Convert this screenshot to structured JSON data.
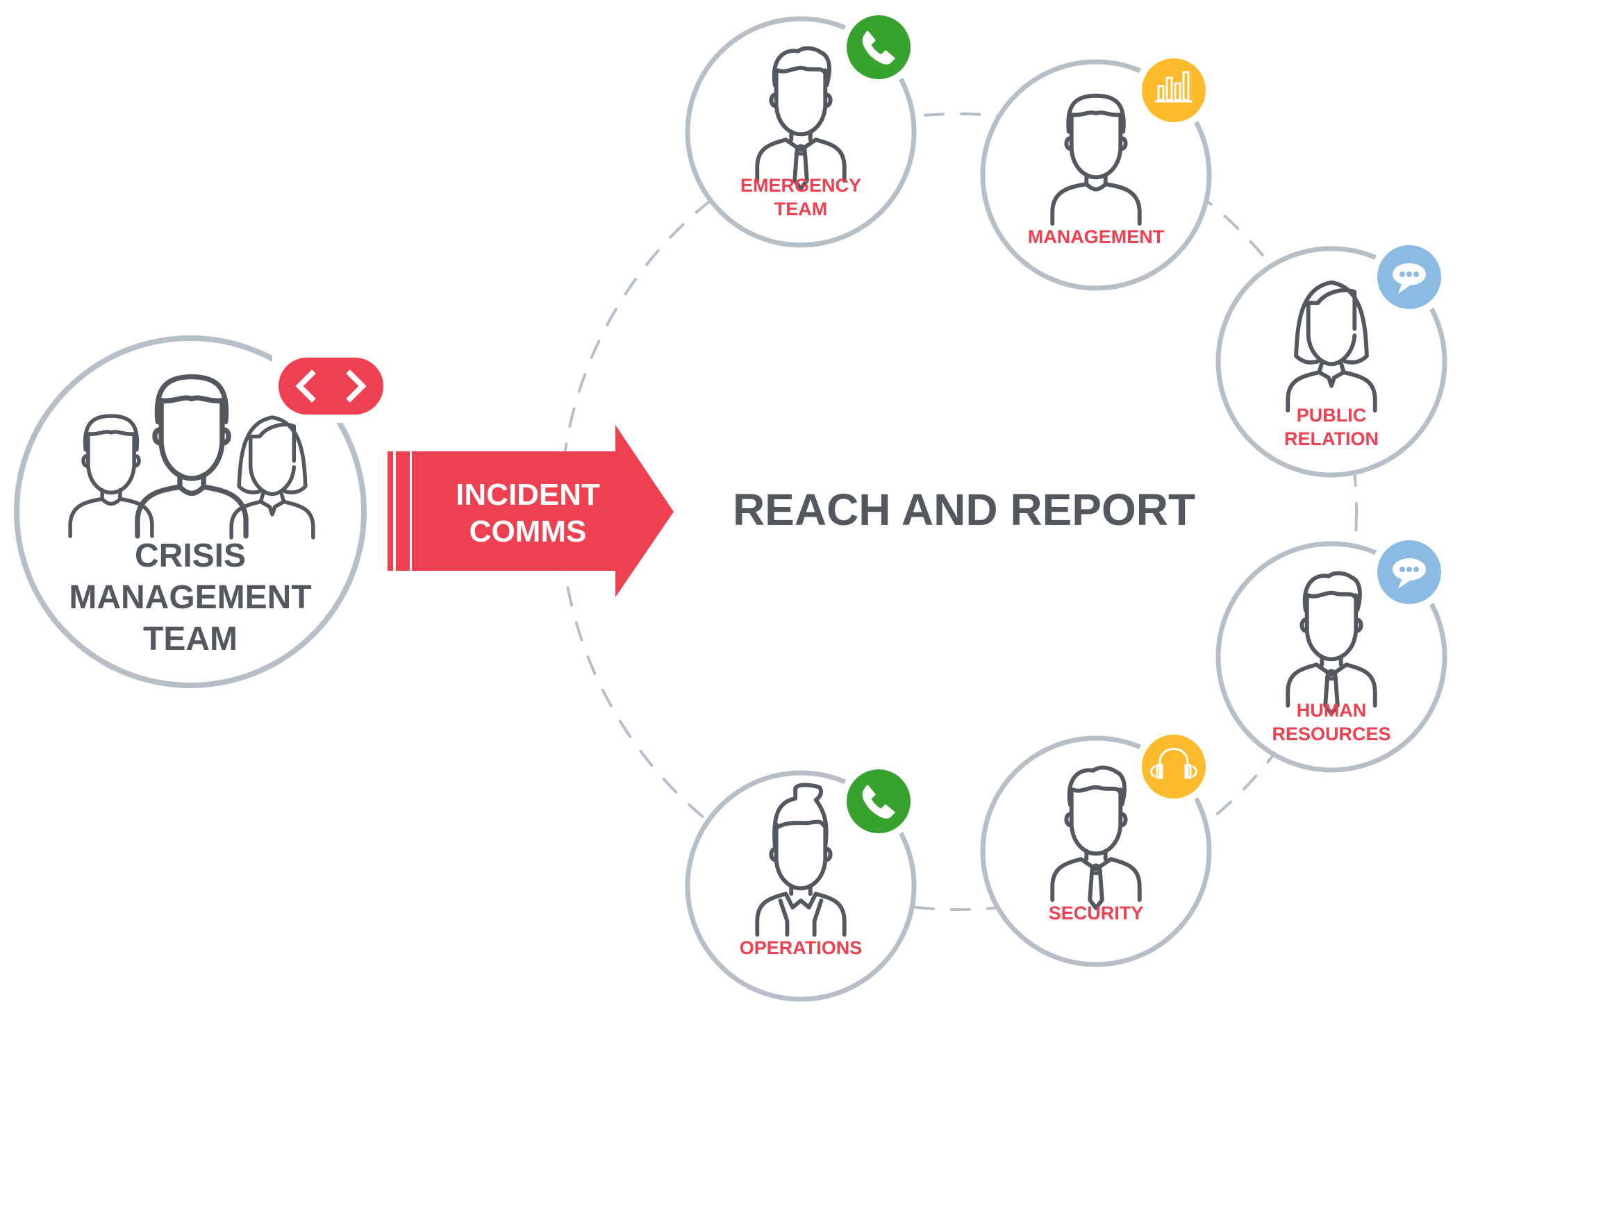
{
  "source": {
    "title_lines": [
      "CRISIS",
      "MANAGEMENT",
      "TEAM"
    ],
    "badge_icon": "code-brackets-icon"
  },
  "arrow": {
    "label_lines": [
      "INCIDENT",
      "COMMS"
    ]
  },
  "center_title": "REACH AND REPORT",
  "nodes": [
    {
      "id": "emergency-team",
      "label_lines": [
        "EMERGENCY",
        "TEAM"
      ],
      "person": "man-tie",
      "badge_icon": "phone-icon",
      "badge_color": "#38a22f"
    },
    {
      "id": "management",
      "label_lines": [
        "MANAGEMENT"
      ],
      "person": "man",
      "badge_icon": "bar-chart-icon",
      "badge_color": "#fbbb2c"
    },
    {
      "id": "public-relation",
      "label_lines": [
        "PUBLIC",
        "RELATION"
      ],
      "person": "woman",
      "badge_icon": "chat-bubble-icon",
      "badge_color": "#8bbbe2"
    },
    {
      "id": "human-resources",
      "label_lines": [
        "HUMAN",
        "RESOURCES"
      ],
      "person": "man-tie",
      "badge_icon": "chat-bubble-icon",
      "badge_color": "#8bbbe2"
    },
    {
      "id": "security",
      "label_lines": [
        "SECURITY"
      ],
      "person": "man-tie",
      "badge_icon": "headphones-icon",
      "badge_color": "#fbbb2c"
    },
    {
      "id": "operations",
      "label_lines": [
        "OPERATIONS"
      ],
      "person": "woman-bun",
      "badge_icon": "phone-icon",
      "badge_color": "#38a22f"
    }
  ],
  "colors": {
    "accent_red": "#ee4050",
    "text_dark": "#53585e",
    "ring_gray": "#b6bec7",
    "icon_stroke": "#53585e"
  }
}
